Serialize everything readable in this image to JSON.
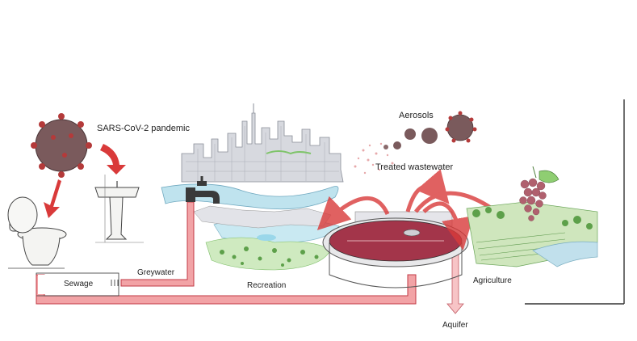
{
  "labels": {
    "pandemic": "SARS-CoV-2 pandemic",
    "aerosols": "Aerosols",
    "treated_wastewater": "Treated wastewater",
    "sewage": "Sewage",
    "greywater": "Greywater",
    "recreation": "Recreation",
    "agriculture": "Agriculture",
    "aquifer": "Aquifer"
  },
  "colors": {
    "flow_fill": "#f2a3a6",
    "flow_stroke": "#c23a44",
    "arrow_red": "#d93a3a",
    "virus_body": "#7a5a5c",
    "virus_spike": "#b43a3a",
    "water": "#bfe3ee",
    "tank_liquid": "#a3354a",
    "green": "#8fce72",
    "grape": "#b0606e",
    "line": "#333333"
  },
  "icons": [
    "virus-icon",
    "toilet-icon",
    "sink-icon",
    "tap-icon",
    "city-icon",
    "treatment-tank-icon",
    "field-icon",
    "grape-icon"
  ]
}
